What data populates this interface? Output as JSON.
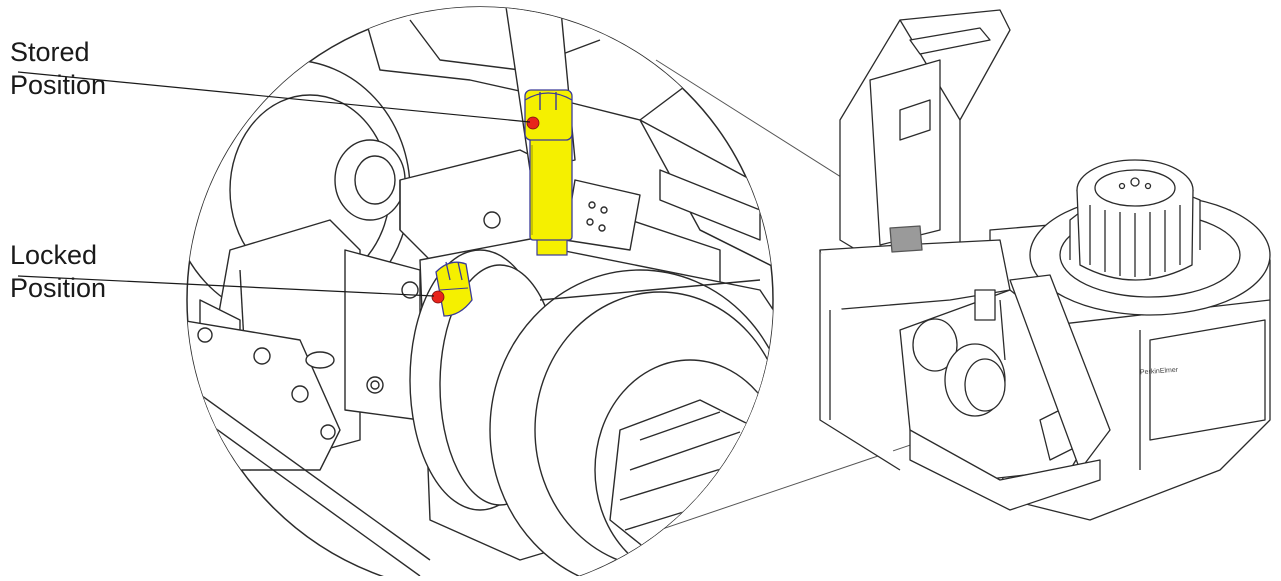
{
  "callouts": {
    "stored": {
      "line1": "Stored",
      "line2": "Position"
    },
    "locked": {
      "line1": "Locked",
      "line2": "Position"
    }
  },
  "device": {
    "model_label": "PerkinElmer"
  },
  "colors": {
    "pin_fill": "#f5f000",
    "pin_edge": "#3a3a9a",
    "marker_dot": "#e8231b",
    "line_art": "#2b2b2b",
    "background": "#ffffff"
  }
}
